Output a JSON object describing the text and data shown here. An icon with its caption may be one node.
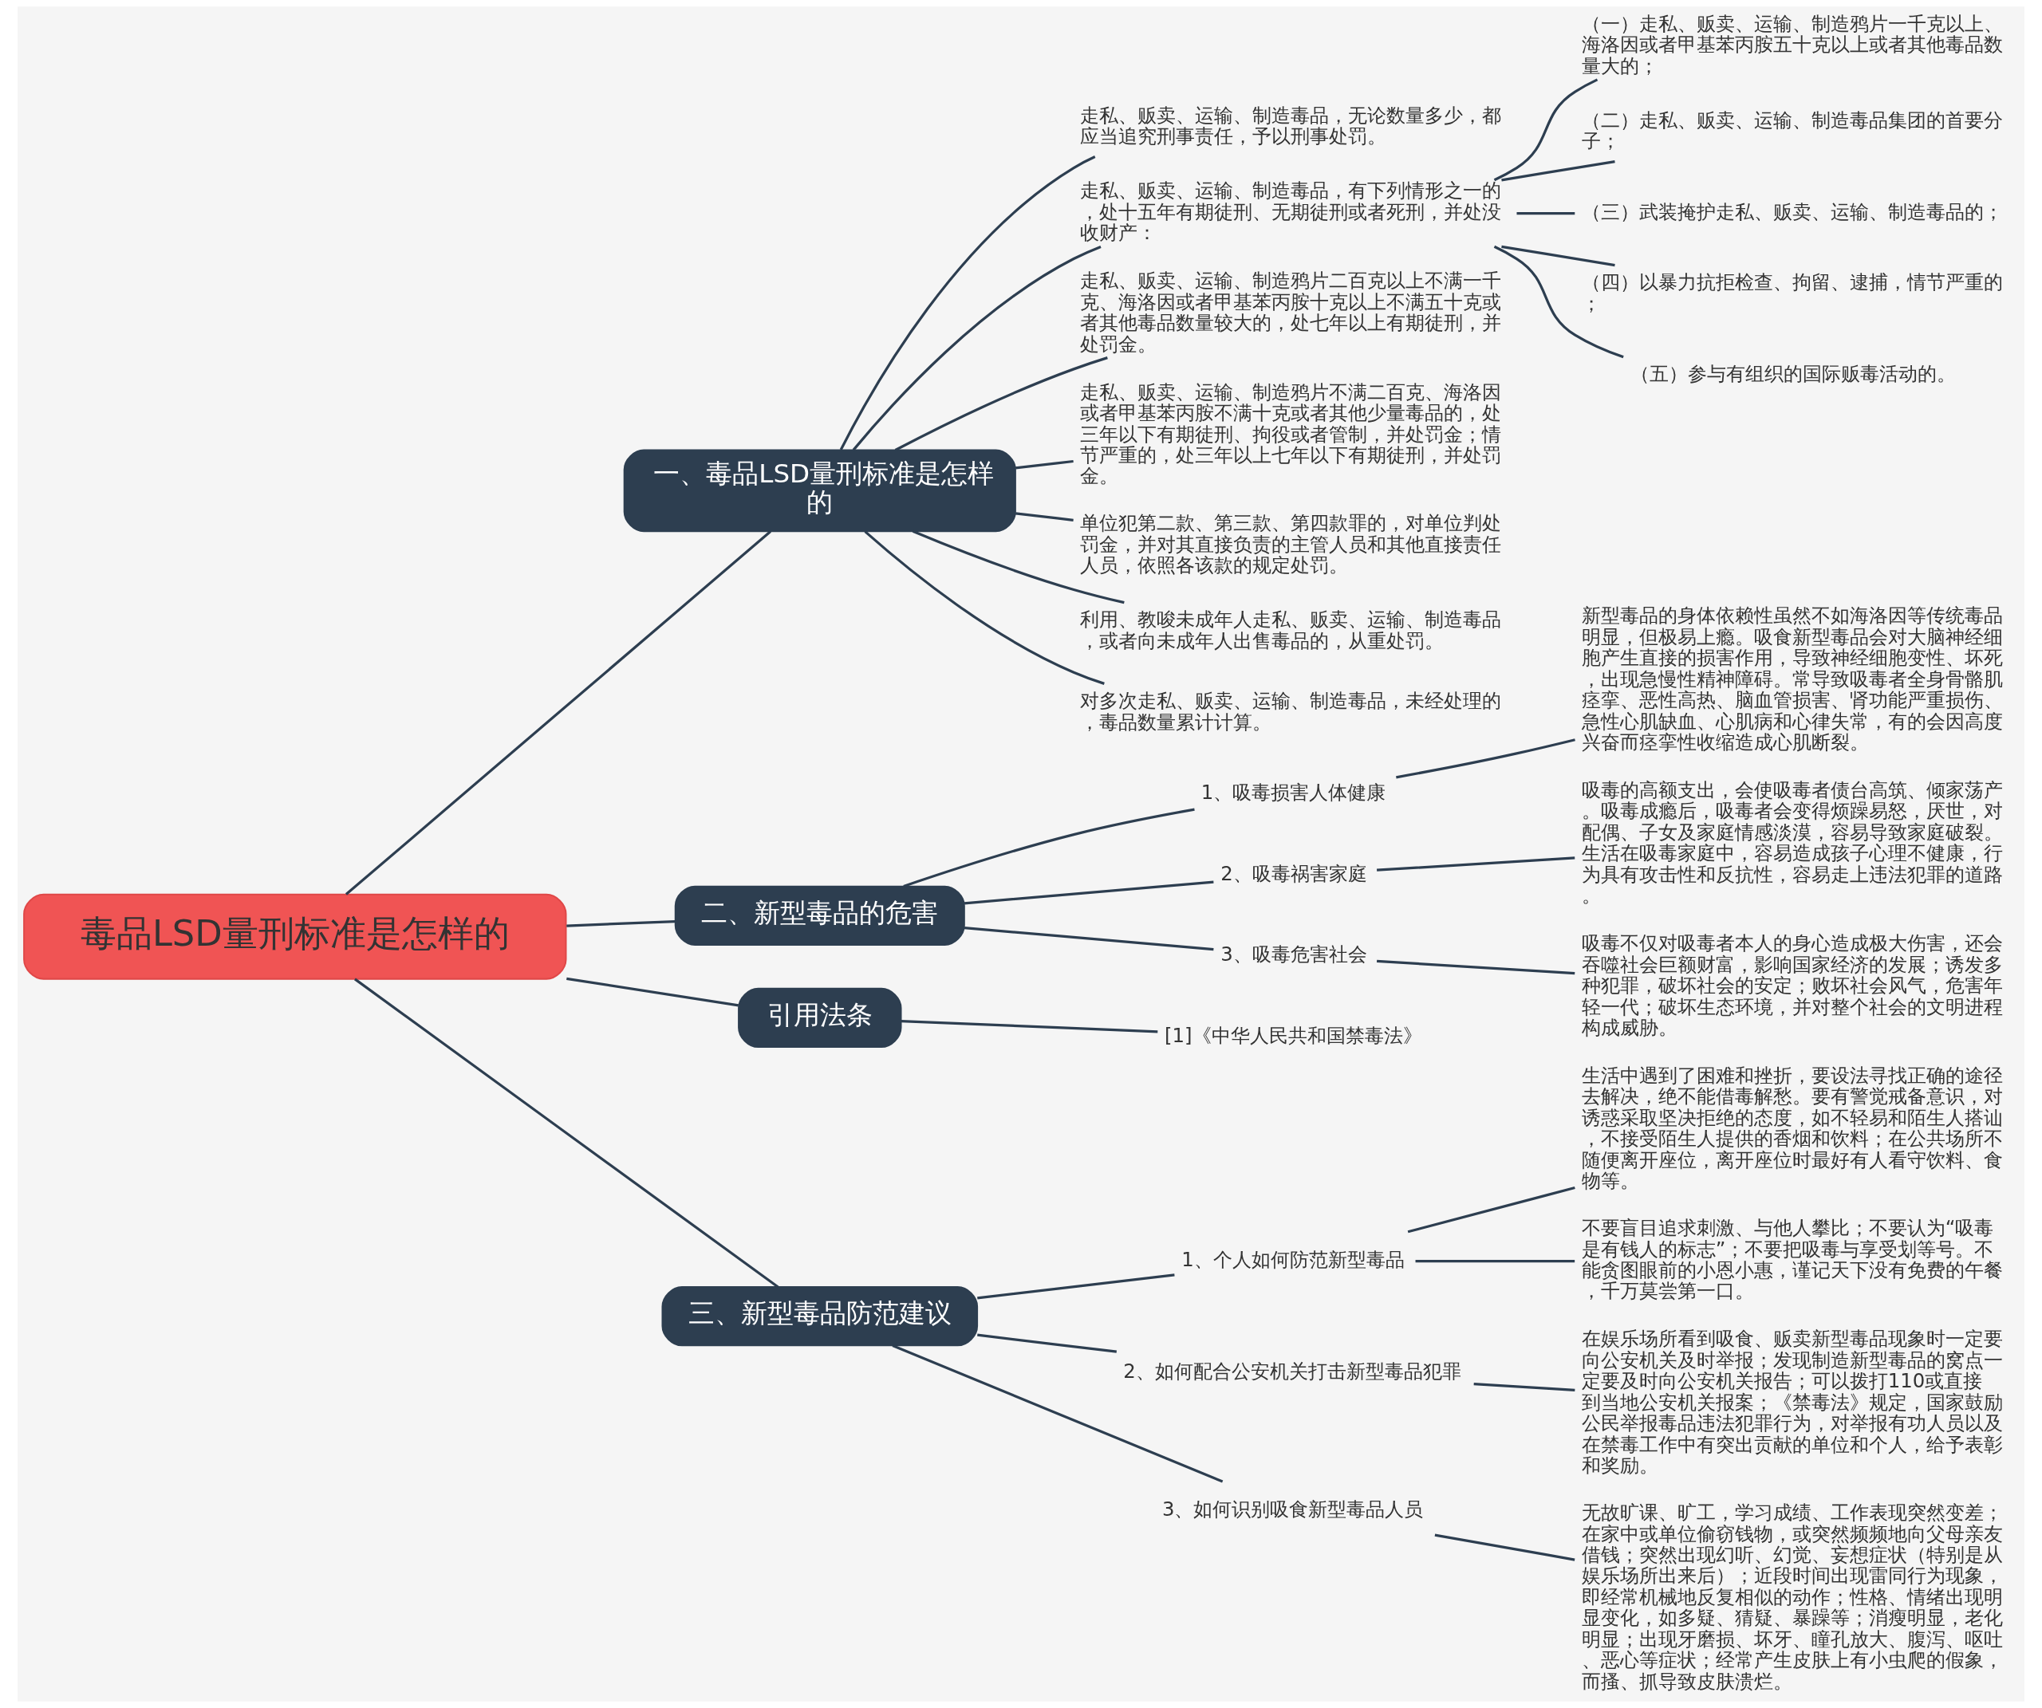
{
  "diagram": {
    "nodes": [
      {
        "text": [
          "毒品LSD量刑标准是怎样的"
        ]
      },
      {
        "text": [
          "一、毒品LSD量刑标准是怎样的"
        ]
      },
      {
        "text": [
          "走私、贩卖、运输、制造毒品，无论数量多少，都应当追究刑事责任，予以刑事处罚。"
        ]
      },
      {
        "text": [
          "走私、贩卖、运输、制造毒品，有下列情形之一的，处十五年有期徒刑、无期徒刑或者死刑，并处没收财产："
        ]
      },
      {
        "text": [
          "（一）走私、贩卖、运输、制造鸦片一千克以上、海洛因或者甲基苯丙胺五十克以上或者其他毒品数量大的；"
        ]
      },
      {
        "text": [
          "（二）走私、贩卖、运输、制造毒品集团的首要分子；"
        ]
      },
      {
        "text": [
          "（三）武装掩护走私、贩卖、运输、制造毒品的；"
        ]
      },
      {
        "text": [
          "（四）以暴力抗拒检查、拘留、逮捕，情节严重的；"
        ]
      },
      {
        "text": [
          "（五）参与有组织的国际贩毒活动的。"
        ]
      },
      {
        "text": [
          "走私、贩卖、运输、制造鸦片二百克以上不满一千克、海洛因或者甲基苯丙胺十克以上不满五十克或者其他毒品数量较大的，处七年以上有期徒刑，并处罚金。"
        ]
      },
      {
        "text": [
          "走私、贩卖、运输、制造鸦片不满二百克、海洛因或者甲基苯丙胺不满十克或者其他少量毒品的，处三年以下有期徒刑、拘役或者管制，并处罚金；情节严重的，处三年以上七年以下有期徒刑，并处罚金。"
        ]
      },
      {
        "text": [
          "单位犯第二款、第三款、第四款罪的，对单位判处罚金，并对其直接负责的主管人员和其他直接责任人员，依照各该款的规定处罚。"
        ]
      },
      {
        "text": [
          "利用、教唆未成年人走私、贩卖、运输、制造毒品，或者向未成年人出售毒品的，从重处罚。"
        ]
      },
      {
        "text": [
          "对多次走私、贩卖、运输、制造毒品，未经处理的，毒品数量累计计算。"
        ]
      },
      {
        "text": [
          "二、新型毒品的危害"
        ]
      },
      {
        "text": [
          "1、吸毒损害人体健康"
        ]
      },
      {
        "text": [
          "新型毒品的身体依赖性虽然不如海洛因等传统毒品明显，但极易上瘾。吸食新型毒品会对大脑神经细胞产生直接的损害作用，导致神经细胞变性、坏死，出现急慢性精神障碍。常导致吸毒者全身骨骼肌痉挛、恶性高热、脑血管损害、肾功能严重损伤、急性心肌缺血、心肌病和心律失常，有的会因高度兴奋而痉挛性收缩造成心肌断裂。"
        ]
      },
      {
        "text": [
          "2、吸毒祸害家庭"
        ]
      },
      {
        "text": [
          "吸毒的高额支出，会使吸毒者债台高筑、倾家荡产。吸毒成瘾后，吸毒者会变得烦躁易怒，厌世，对配偶、子女及家庭情感淡漠，容易导致家庭破裂。生活在吸毒家庭中，容易造成孩子心理不健康，行为具有攻击性和反抗性，容易走上违法犯罪的道路。"
        ]
      },
      {
        "text": [
          "3、吸毒危害社会"
        ]
      },
      {
        "text": [
          "吸毒不仅对吸毒者本人的身心造成极大伤害，还会吞噬社会巨额财富，影响国家经济的发展；诱发多种犯罪，破坏社会的安定；败坏社会风气，危害年轻一代；破坏生态环境，并对整个社会的文明进程构成威胁。"
        ]
      },
      {
        "text": [
          "引用法条"
        ]
      },
      {
        "text": [
          "[1]《中华人民共和国禁毒法》"
        ]
      },
      {
        "text": [
          "三、新型毒品防范建议"
        ]
      },
      {
        "text": [
          "1、个人如何防范新型毒品"
        ]
      },
      {
        "text": [
          "生活中遇到了困难和挫折，要设法寻找正确的途径去解决，绝不能借毒解愁。要有警觉戒备意识，对诱惑采取坚决拒绝的态度，如不轻易和陌生人搭讪，不接受陌生人提供的香烟和饮料；在公共场所不随便离开座位，离开座位时最好有人看守饮料、食物等。"
        ]
      },
      {
        "text": [
          "不要盲目追求刺激、与他人攀比；不要认为“吸毒是有钱人的标志”；不要把吸毒与享受划等号。不能贪图眼前的小恩小惠，谨记天下没有免费的午餐，千万莫尝第一口。"
        ]
      },
      {
        "text": [
          "2、如何配合公安机关打击新型毒品犯罪"
        ]
      },
      {
        "text": [
          "在娱乐场所看到吸食、贩卖新型毒品现象时一定要向公安机关及时举报；发现制造新型毒品的窝点一定要及时向公安机关报告；可以拨打110或直接到当地公安机关报案；《禁毒法》规定，国家鼓励公民举报毒品违法犯罪行为，对举报有功人员以及在禁毒工作中有突出贡献的单位和个人，给予表彰和奖励。"
        ]
      },
      {
        "text": [
          "3、如何识别吸食新型毒品人员"
        ]
      },
      {
        "text": [
          "无故旷课、旷工，学习成绩、工作表现突然变差；在家中或单位偷窃钱物，或突然频频地向父母亲友借钱；突然出现幻听、幻觉、妄想症状（特别是从娱乐场所出来后）；近段时间出现雷同行为现象，即经常机械地反复相似的动作；性格、情绪出现明显变化，如多疑、猜疑、暴躁等；消瘦明显，老化明显；出现牙磨损、坏牙、瞳孔放大、腹泻、呕吐、恶心等症状；经常产生皮肤上有小虫爬的假象，而搔、抓导致皮肤溃烂。"
        ]
      }
    ],
    "edges": [
      {
        "from": 0,
        "to": 1,
        "arrow": "none"
      },
      {
        "from": 1,
        "to": 2,
        "arrow": "none"
      },
      {
        "from": 1,
        "to": 3,
        "arrow": "none"
      },
      {
        "from": 3,
        "to": 4,
        "arrow": "none"
      },
      {
        "from": 3,
        "to": 5,
        "arrow": "none"
      },
      {
        "from": 3,
        "to": 6,
        "arrow": "none"
      },
      {
        "from": 3,
        "to": 7,
        "arrow": "none"
      },
      {
        "from": 3,
        "to": 8,
        "arrow": "none"
      },
      {
        "from": 1,
        "to": 9,
        "arrow": "none"
      },
      {
        "from": 1,
        "to": 10,
        "arrow": "none"
      },
      {
        "from": 1,
        "to": 11,
        "arrow": "none"
      },
      {
        "from": 1,
        "to": 12,
        "arrow": "none"
      },
      {
        "from": 1,
        "to": 13,
        "arrow": "none"
      },
      {
        "from": 0,
        "to": 14,
        "arrow": "none"
      },
      {
        "from": 14,
        "to": 15,
        "arrow": "none"
      },
      {
        "from": 15,
        "to": 16,
        "arrow": "none"
      },
      {
        "from": 14,
        "to": 17,
        "arrow": "none"
      },
      {
        "from": 17,
        "to": 18,
        "arrow": "none"
      },
      {
        "from": 14,
        "to": 19,
        "arrow": "none"
      },
      {
        "from": 19,
        "to": 20,
        "arrow": "none"
      },
      {
        "from": 0,
        "to": 21,
        "arrow": "none"
      },
      {
        "from": 21,
        "to": 22,
        "arrow": "none"
      },
      {
        "from": 0,
        "to": 23,
        "arrow": "none"
      },
      {
        "from": 23,
        "to": 24,
        "arrow": "none"
      },
      {
        "from": 24,
        "to": 25,
        "arrow": "none"
      },
      {
        "from": 24,
        "to": 26,
        "arrow": "none"
      },
      {
        "from": 23,
        "to": 27,
        "arrow": "none"
      },
      {
        "from": 27,
        "to": 28,
        "arrow": "none"
      },
      {
        "from": 23,
        "to": 29,
        "arrow": "none"
      },
      {
        "from": 29,
        "to": 30,
        "arrow": "none"
      }
    ]
  }
}
